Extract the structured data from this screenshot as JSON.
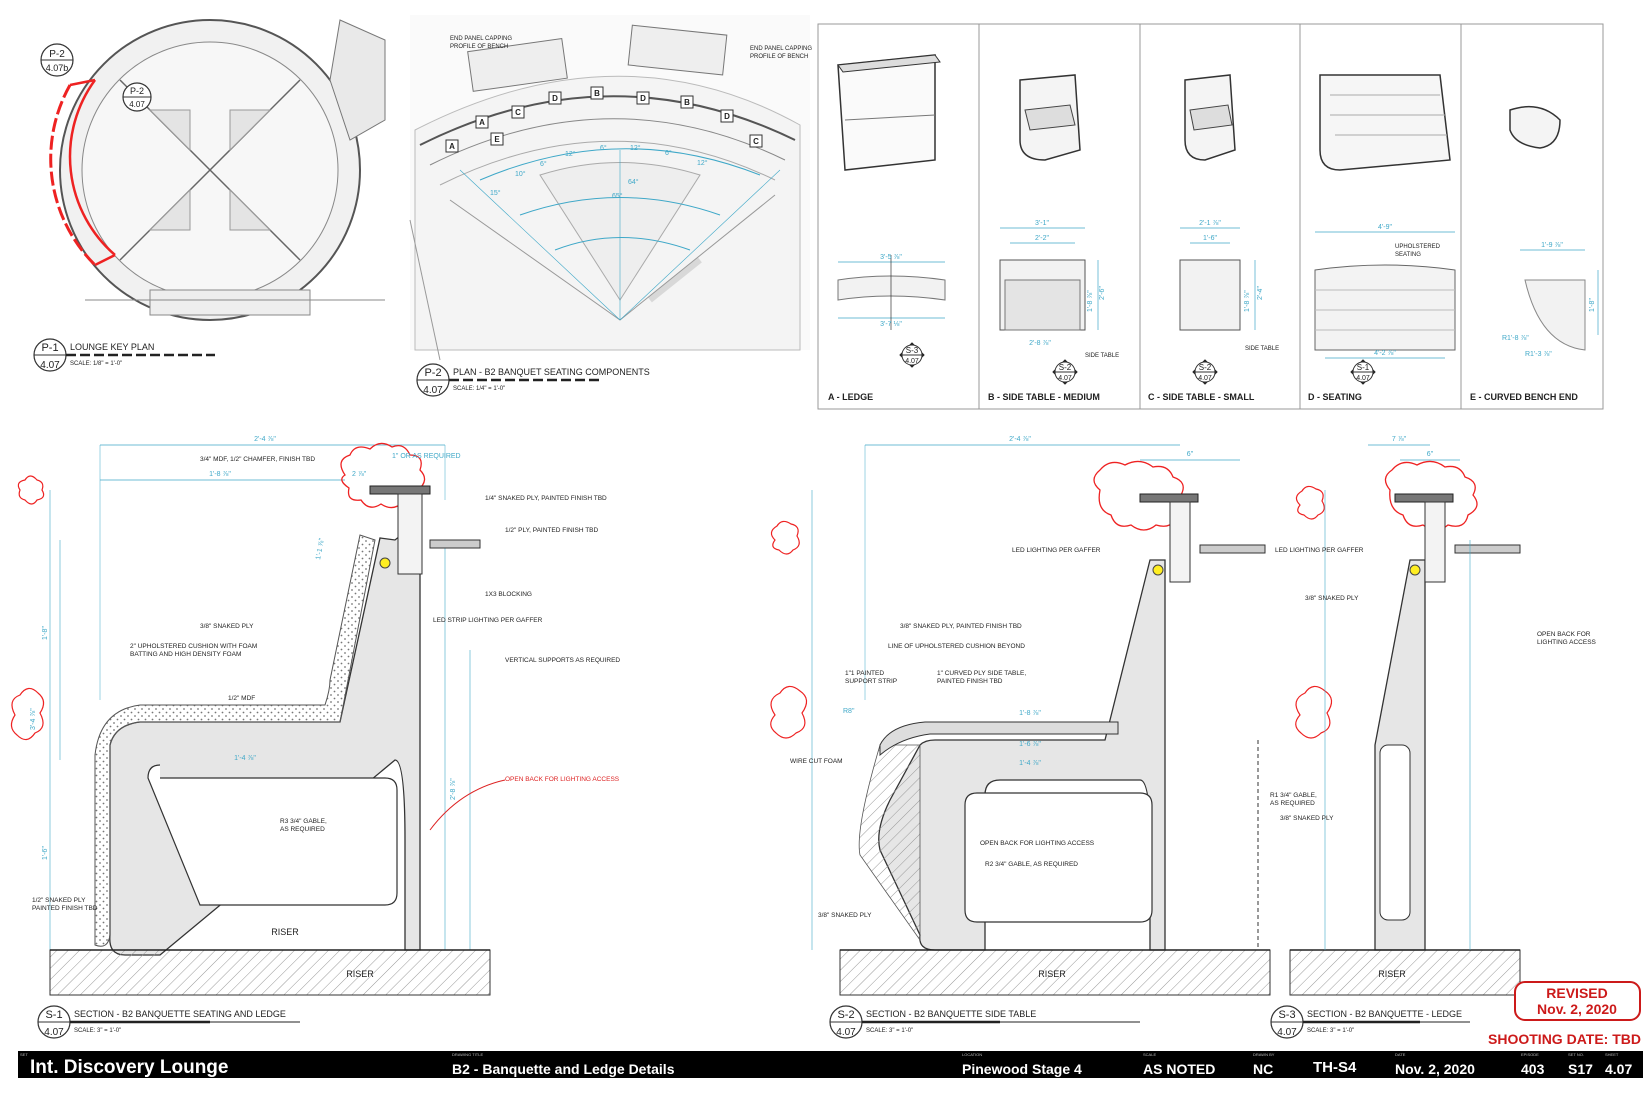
{
  "keyplan": {
    "tag_p2_a": {
      "id": "P-2",
      "sheet": "4.07b"
    },
    "tag_p2_b": {
      "id": "P-2",
      "sheet": "4.07"
    },
    "title": {
      "id": "P-1",
      "sheet": "4.07",
      "label": "LOUNGE KEY PLAN",
      "scale": "SCALE: 1/8\" = 1'-0\""
    }
  },
  "plan": {
    "note_left": [
      "END PANEL CAPPING",
      "PROFILE OF BENCH"
    ],
    "note_right": [
      "END PANEL CAPPING",
      "PROFILE OF BENCH"
    ],
    "components": [
      "A",
      "A",
      "E",
      "C",
      "D",
      "B",
      "D",
      "B",
      "D",
      "C"
    ],
    "dims": [
      "15°",
      "10°",
      "6°",
      "12°",
      "6°",
      "12°",
      "6°",
      "12°",
      "65°",
      "64°"
    ],
    "title": {
      "id": "P-2",
      "sheet": "4.07",
      "label": "PLAN - B2 BANQUET SEATING COMPONENTS",
      "scale": "SCALE: 1/4\" = 1'-0\""
    }
  },
  "components_panel": {
    "items": [
      {
        "label": "A - LEDGE",
        "dim_top": "3'-5 ⅞\"",
        "dim_bot": "3'-7 ⅛\"",
        "tag": "S-3",
        "sheet": "4.07"
      },
      {
        "label": "B - SIDE TABLE - MEDIUM",
        "dim_top": "3'-1\"",
        "dim_mid": "2'-2\"",
        "dim_side": "2'-6\"",
        "dim_side2": "1'-8 ⅞\"",
        "dim_bot": "2'-8 ⅞\"",
        "note": "SIDE TABLE",
        "tag": "S-2",
        "sheet": "4.07"
      },
      {
        "label": "C - SIDE TABLE - SMALL",
        "dim_top": "2'-1 ⅞\"",
        "dim_mid": "1'-6\"",
        "dim_side": "2'-4\"",
        "dim_side2": "1'-8 ⅞\"",
        "note": "SIDE TABLE",
        "tag": "S-2",
        "sheet": "4.07"
      },
      {
        "label": "D - SEATING",
        "dim_top": "4'-9\"",
        "dim_bot": "4'-2 ⅞\"",
        "note": [
          "UPHOLSTERED",
          "SEATING"
        ],
        "tag": "S-1",
        "sheet": "4.07"
      },
      {
        "label": "E - CURVED BENCH END",
        "dim_top": "1'-9 ⅞\"",
        "dim_side": "1'-8\"",
        "r1": "R1'-8 ⅞\"",
        "r2": "R1'-3 ⅞\""
      }
    ]
  },
  "s1": {
    "dims": [
      "2'-4 ⅞\"",
      "1'-8 ⅞\"",
      "2 ⅞\"",
      "1\" OR AS REQUIRED",
      "1'-1 ⅞\"",
      "1'-4 ⅞\"",
      "3'-4 ⅞\"",
      "1'-8\"",
      "1'-6\"",
      "2'-8 ⅞\""
    ],
    "notes": [
      "3/4\" MDF, 1/2\" CHAMFER, FINISH TBD",
      "1/4\" SNAKED PLY, PAINTED FINISH TBD",
      "1/2\" PLY, PAINTED FINISH TBD",
      "1X3 BLOCKING",
      "LED STRIP LIGHTING PER GAFFER",
      "3/8\" SNAKED PLY",
      "2\" UPHOLSTERED CUSHION WITH FOAM",
      "BATTING AND HIGH DENSITY FOAM",
      "VERTICAL SUPPORTS AS REQUIRED",
      "1/2\" MDF",
      "R3 3/4\" GABLE,",
      "AS REQUIRED",
      "1/2\" SNAKED PLY",
      "PAINTED FINISH TBD"
    ],
    "red_note": "OPEN BACK FOR LIGHTING ACCESS",
    "riser_inner": "RISER",
    "riser": "RISER",
    "title": {
      "id": "S-1",
      "sheet": "4.07",
      "label": "SECTION - B2 BANQUETTE SEATING AND LEDGE",
      "scale": "SCALE: 3\" = 1'-0\""
    }
  },
  "s2": {
    "dims": [
      "2'-4 ⅞\"",
      "6\"",
      "1'-8 ⅞\"",
      "1'-6 ⅞\"",
      "1'-4 ⅞\"",
      "R8\""
    ],
    "notes": [
      "LED LIGHTING PER GAFFER",
      "3/8\" SNAKED PLY, PAINTED FINISH  TBD",
      "LINE OF UPHOLSTERED CUSHION BEYOND",
      "1\"1 PAINTED",
      "SUPPORT STRIP",
      "1\" CURVED PLY SIDE TABLE,",
      "PAINTED FINISH TBD",
      "WIRE CUT FOAM",
      "OPEN BACK FOR LIGHTING ACCESS",
      "R2 3/4\" GABLE, AS REQUIRED",
      "3/8\" SNAKED PLY"
    ],
    "riser": "RISER",
    "title": {
      "id": "S-2",
      "sheet": "4.07",
      "label": "SECTION - B2 BANQUETTE SIDE TABLE",
      "scale": "SCALE: 3\" = 1'-0\""
    }
  },
  "s3": {
    "dims": [
      "7 ⅞\"",
      "6\""
    ],
    "notes": [
      "LED LIGHTING PER GAFFER",
      "3/8\" SNAKED PLY",
      "OPEN BACK FOR",
      "LIGHTING ACCESS",
      "R1 3/4\" GABLE,",
      "AS REQUIRED",
      "3/8\" SNAKED PLY"
    ],
    "riser": "RISER",
    "title": {
      "id": "S-3",
      "sheet": "4.07",
      "label": "SECTION - B2 BANQUETTE - LEDGE",
      "scale": "SCALE: 3\" = 1'-0\""
    }
  },
  "revision": {
    "line1": "REVISED",
    "line2": "Nov. 2, 2020"
  },
  "shooting_date": "SHOOTING DATE: TBD",
  "title_block": {
    "set_label": "SET",
    "set": "Int. Discovery Lounge",
    "drawing_title_label": "DRAWING TITLE",
    "drawing_title": "B2 - Banquette and Ledge Details",
    "location_label": "LOCATION",
    "location": "Pinewood Stage 4",
    "scale_label": "SCALE",
    "scale": "AS NOTED",
    "drawn_by_label": "DRAWN BY",
    "drawn_by": "NC",
    "project": "TH-S4",
    "date_label": "DATE",
    "date": "Nov. 2, 2020",
    "episode_label": "EPISODE",
    "episode": "403",
    "set_no_label": "SET NO.",
    "set_no": "S17",
    "sheet_label": "SHEET",
    "sheet": "4.07"
  },
  "colors": {
    "dim": "#3fa8c8",
    "red": "#dd2222",
    "ink": "#222222",
    "fill": "#e6e6e6",
    "yellow": "#ffee22"
  }
}
